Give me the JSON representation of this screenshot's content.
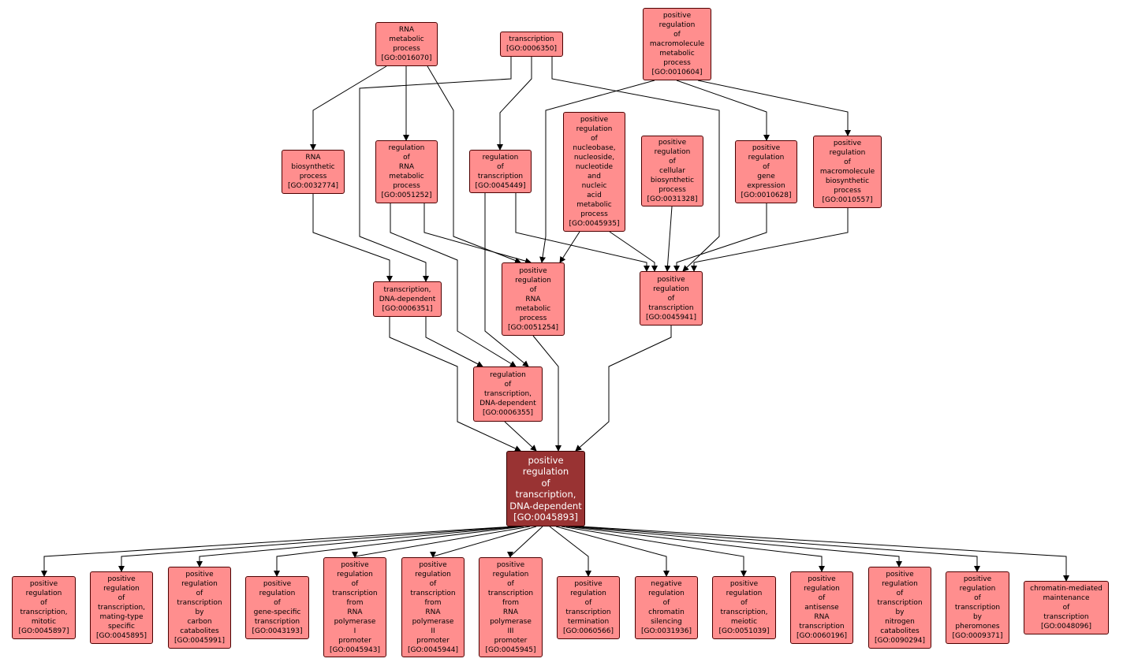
{
  "colors": {
    "node_fill": "#ff8e8e",
    "focus_fill": "#993333",
    "border": "#4d0000",
    "edge": "#000000"
  },
  "nodes": [
    {
      "id": "rna_metabolic_process",
      "label": "RNA\nmetabolic\nprocess\n[GO:0016070]"
    },
    {
      "id": "transcription",
      "label": "transcription\n[GO:0006350]"
    },
    {
      "id": "pos_reg_macromolecule_metabolic",
      "label": "positive\nregulation\nof\nmacromolecule\nmetabolic\nprocess\n[GO:0010604]"
    },
    {
      "id": "rna_biosynthetic_process",
      "label": "RNA\nbiosynthetic\nprocess\n[GO:0032774]"
    },
    {
      "id": "reg_rna_metabolic",
      "label": "regulation\nof\nRNA\nmetabolic\nprocess\n[GO:0051252]"
    },
    {
      "id": "reg_transcription",
      "label": "regulation\nof\ntranscription\n[GO:0045449]"
    },
    {
      "id": "pos_reg_nucleobase",
      "label": "positive\nregulation\nof\nnucleobase,\nnucleoside,\nnucleotide\nand\nnucleic\nacid\nmetabolic\nprocess\n[GO:0045935]"
    },
    {
      "id": "pos_reg_cellular_biosynthetic",
      "label": "positive\nregulation\nof\ncellular\nbiosynthetic\nprocess\n[GO:0031328]"
    },
    {
      "id": "pos_reg_gene_expression",
      "label": "positive\nregulation\nof\ngene\nexpression\n[GO:0010628]"
    },
    {
      "id": "pos_reg_macromolecule_biosynthetic",
      "label": "positive\nregulation\nof\nmacromolecule\nbiosynthetic\nprocess\n[GO:0010557]"
    },
    {
      "id": "transcription_dna_dependent",
      "label": "transcription,\nDNA-dependent\n[GO:0006351]"
    },
    {
      "id": "pos_reg_rna_metabolic",
      "label": "positive\nregulation\nof\nRNA\nmetabolic\nprocess\n[GO:0051254]"
    },
    {
      "id": "pos_reg_transcription",
      "label": "positive\nregulation\nof\ntranscription\n[GO:0045941]"
    },
    {
      "id": "reg_transcription_dna_dependent",
      "label": "regulation\nof\ntranscription,\nDNA-dependent\n[GO:0006355]"
    },
    {
      "id": "focus_pos_reg_transcription_dna_dependent",
      "label": "positive\nregulation\nof\ntranscription,\nDNA-dependent\n[GO:0045893]"
    },
    {
      "id": "c_mitotic",
      "label": "positive\nregulation\nof\ntranscription,\nmitotic\n[GO:0045897]"
    },
    {
      "id": "c_mating_type",
      "label": "positive\nregulation\nof\ntranscription,\nmating-type\nspecific\n[GO:0045895]"
    },
    {
      "id": "c_carbon_catabolites",
      "label": "positive\nregulation\nof\ntranscription\nby\ncarbon\ncatabolites\n[GO:0045991]"
    },
    {
      "id": "c_gene_specific",
      "label": "positive\nregulation\nof\ngene-specific\ntranscription\n[GO:0043193]"
    },
    {
      "id": "c_pol_i",
      "label": "positive\nregulation\nof\ntranscription\nfrom\nRNA\npolymerase\nI\npromoter\n[GO:0045943]"
    },
    {
      "id": "c_pol_ii",
      "label": "positive\nregulation\nof\ntranscription\nfrom\nRNA\npolymerase\nII\npromoter\n[GO:0045944]"
    },
    {
      "id": "c_pol_iii",
      "label": "positive\nregulation\nof\ntranscription\nfrom\nRNA\npolymerase\nIII\npromoter\n[GO:0045945]"
    },
    {
      "id": "c_termination",
      "label": "positive\nregulation\nof\ntranscription\ntermination\n[GO:0060566]"
    },
    {
      "id": "c_neg_chromatin_silencing",
      "label": "negative\nregulation\nof\nchromatin\nsilencing\n[GO:0031936]"
    },
    {
      "id": "c_meiotic",
      "label": "positive\nregulation\nof\ntranscription,\nmeiotic\n[GO:0051039]"
    },
    {
      "id": "c_antisense",
      "label": "positive\nregulation\nof\nantisense\nRNA\ntranscription\n[GO:0060196]"
    },
    {
      "id": "c_nitrogen",
      "label": "positive\nregulation\nof\ntranscription\nby\nnitrogen\ncatabolites\n[GO:0090294]"
    },
    {
      "id": "c_pheromones",
      "label": "positive\nregulation\nof\ntranscription\nby\npheromones\n[GO:0009371]"
    },
    {
      "id": "c_chromatin_mediated",
      "label": "chromatin-mediated\nmaintenance\nof\ntranscription\n[GO:0048096]"
    }
  ]
}
